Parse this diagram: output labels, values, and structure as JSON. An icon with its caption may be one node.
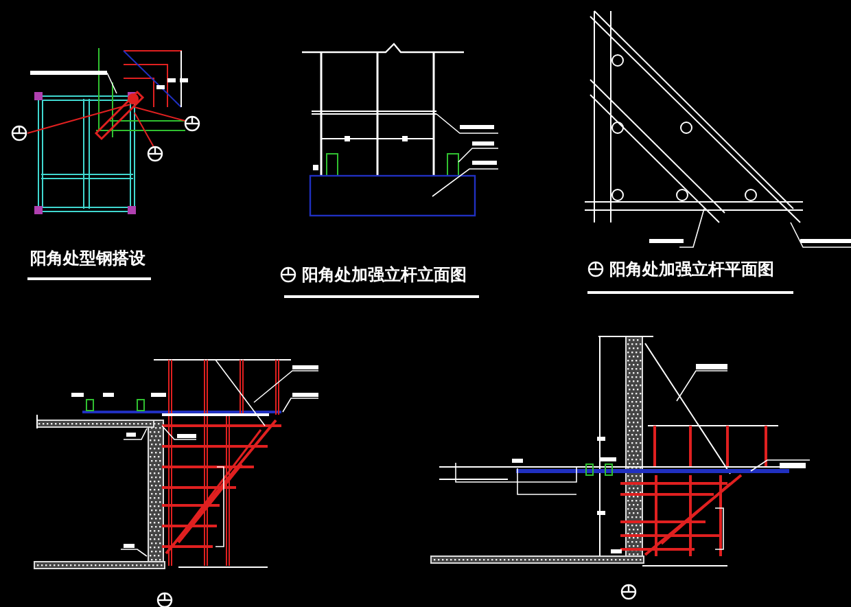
{
  "diagram": {
    "labels": [
      "阳角处型钢搭设",
      "阳角处加强立杆立面图",
      "阳角处加强立杆平面图"
    ]
  }
}
